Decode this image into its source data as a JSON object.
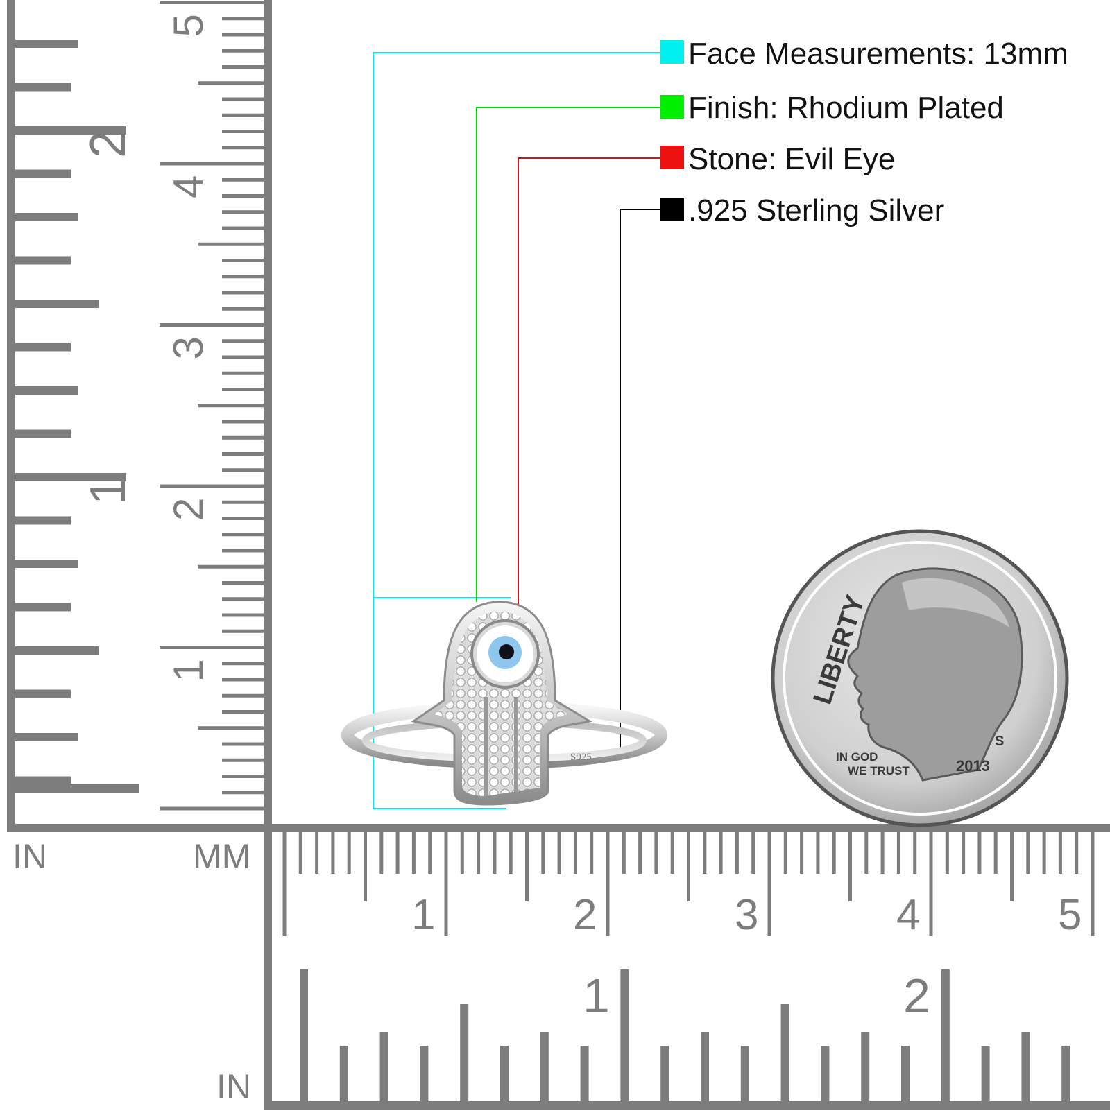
{
  "specs": [
    {
      "label": "Face Measurements: 13mm",
      "color": "#00f0f0"
    },
    {
      "label": "Finish: Rhodium Plated",
      "color": "#00f000"
    },
    {
      "label": "Stone: Evil Eye",
      "color": "#ee1111"
    },
    {
      "label": ".925 Sterling Silver",
      "color": "#000000"
    }
  ],
  "ruler": {
    "color": "#7d7d7d",
    "unit_in_left": "IN",
    "unit_mm": "MM",
    "unit_in_bottom": "IN",
    "left_inch_labels": [
      "1",
      "2"
    ],
    "left_cm_labels": [
      "1",
      "2",
      "3",
      "4",
      "5"
    ],
    "bottom_cm_labels": [
      "1",
      "2",
      "3",
      "4",
      "5"
    ],
    "bottom_inch_labels": [
      "1",
      "2"
    ]
  },
  "ring": {
    "stamp": "S925",
    "stone": "evil-eye",
    "colors": {
      "stone_blue": "#8fc6ee",
      "stone_ring": "#ffffff",
      "pupil": "#101018"
    }
  },
  "coin": {
    "legend_top": "LIBERTY",
    "motto_line1": "IN GOD",
    "motto_line2": "WE TRUST",
    "year": "2013",
    "mint_mark": "S"
  }
}
